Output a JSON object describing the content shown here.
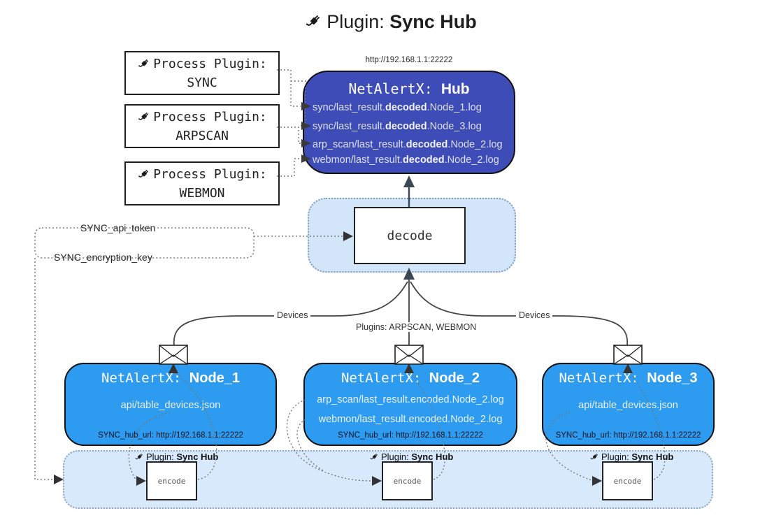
{
  "title": {
    "icon": "plug-icon",
    "prefix": "Plugin:",
    "name": "Sync Hub"
  },
  "hub": {
    "url": "http://192.168.1.1:22222",
    "name_prefix": "NetAlertX:",
    "name": "Hub",
    "items": [
      {
        "pre": "sync/last_result.",
        "mid": "decoded",
        "post": ".Node_1.log"
      },
      {
        "pre": "sync/last_result.",
        "mid": "decoded",
        "post": ".Node_3.log"
      },
      {
        "pre": "arp_scan/last_result.",
        "mid": "decoded",
        "post": ".Node_2.log"
      },
      {
        "pre": "webmon/last_result.",
        "mid": "decoded",
        "post": ".Node_2.log"
      }
    ]
  },
  "process_plugins": [
    {
      "label": "Process Plugin:",
      "name": "SYNC"
    },
    {
      "label": "Process Plugin:",
      "name": "ARPSCAN"
    },
    {
      "label": "Process Plugin:",
      "name": "WEBMON"
    }
  ],
  "config": {
    "api_token_label": "SYNC_api_token",
    "encryption_key_label": "SYNC_encryption_key"
  },
  "decode": {
    "label": "decode"
  },
  "edges": {
    "left": "Devices",
    "middle": "Plugins: ARPSCAN, WEBMON",
    "right": "Devices"
  },
  "nodes": [
    {
      "name_prefix": "NetAlertX:",
      "name": "Node_1",
      "items": [
        "api/table_devices.json"
      ],
      "hub_url": "SYNC_hub_url: http://192.168.1.1:22222"
    },
    {
      "name_prefix": "NetAlertX:",
      "name": "Node_2",
      "items": [
        "arp_scan/last_result.encoded.Node_2.log",
        "webmon/last_result.encoded.Node_2.log"
      ],
      "hub_url": "SYNC_hub_url: http://192.168.1.1:22222"
    },
    {
      "name_prefix": "NetAlertX:",
      "name": "Node_3",
      "items": [
        "api/table_devices.json"
      ],
      "hub_url": "SYNC_hub_url: http://192.168.1.1:22222"
    }
  ],
  "encoders": [
    {
      "label_prefix": "Plugin:",
      "label_name": "Sync Hub",
      "box_label": "encode"
    },
    {
      "label_prefix": "Plugin:",
      "label_name": "Sync Hub",
      "box_label": "encode"
    },
    {
      "label_prefix": "Plugin:",
      "label_name": "Sync Hub",
      "box_label": "encode"
    }
  ],
  "icons": [
    "plug-icon",
    "envelope-icon"
  ],
  "colors": {
    "hub_fill": "#3e4cb8",
    "node_fill": "#2d9bf0",
    "zone_fill": "#d3e5f8",
    "band_fill": "#d8e9fb",
    "line_dark": "#444444",
    "dotted_gray": "#777777"
  }
}
